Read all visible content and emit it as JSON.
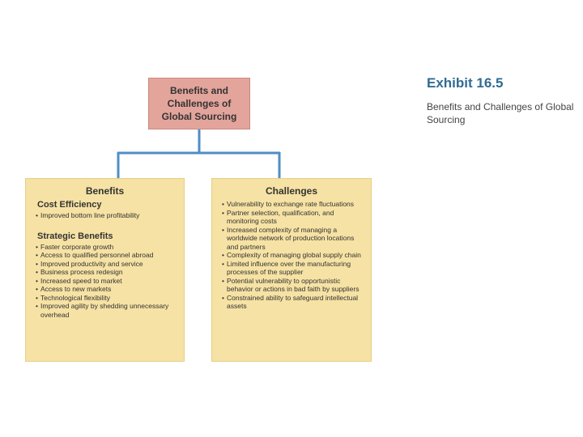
{
  "exhibit": {
    "title": "Exhibit 16.5",
    "subtitle": "Benefits and Challenges of Global Sourcing"
  },
  "root": {
    "label": "Benefits and Challenges of Global Sourcing"
  },
  "benefits": {
    "heading": "Benefits",
    "groups": [
      {
        "title": "Cost Efficiency",
        "items": [
          "Improved bottom line profitability"
        ]
      },
      {
        "title": "Strategic Benefits",
        "items": [
          "Faster corporate growth",
          "Access to qualified personnel abroad",
          "Improved productivity and service",
          "Business process redesign",
          "Increased speed to market",
          "Access to new markets",
          "Technological flexibility",
          "Improved agility by shedding unnecessary overhead"
        ]
      }
    ]
  },
  "challenges": {
    "heading": "Challenges",
    "items": [
      "Vulnerability to exchange rate fluctuations",
      "Partner selection, qualification, and monitoring costs",
      "Increased complexity of managing a worldwide network of production locations and partners",
      "Complexity of managing global supply chain",
      "Limited influence over the manufacturing processes of the supplier",
      "Potential vulnerability to opportunistic behavior or actions in bad faith by suppliers",
      "Constrained ability to safeguard intellectual assets"
    ]
  },
  "colors": {
    "root_fill": "#e3a49b",
    "box_fill": "#f6e2a4",
    "connector": "#4f8ec4",
    "title": "#2f6b94"
  }
}
